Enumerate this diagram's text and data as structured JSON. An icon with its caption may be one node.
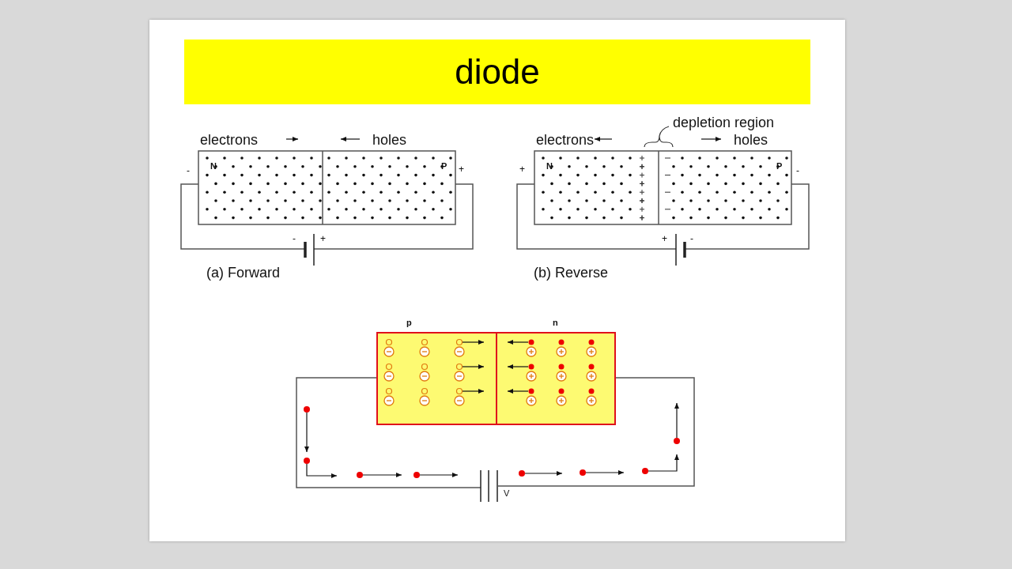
{
  "diagram": {
    "title": "diode",
    "labels": [
      "electrons",
      "holes",
      "N",
      "P",
      "-",
      "+",
      "-",
      "+",
      "(a) Forward",
      "depletion region",
      "electrons",
      "holes",
      "N",
      "P",
      "+",
      "-",
      "+",
      "-",
      "(b) Reverse",
      "p",
      "n",
      "V"
    ]
  }
}
